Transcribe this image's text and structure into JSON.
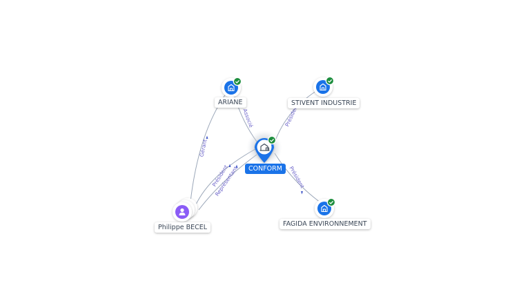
{
  "diagram": {
    "center": {
      "label": "CONFORM",
      "icon": "building-icon",
      "status": "verified"
    },
    "companies": [
      {
        "id": "ariane",
        "label": "ARIANE",
        "icon": "building-icon",
        "status": "verified"
      },
      {
        "id": "stivent",
        "label": "STIVENT INDUSTRIE",
        "icon": "building-icon",
        "status": "verified"
      },
      {
        "id": "fagida",
        "label": "FAGIDA ENVIRONNEMENT",
        "icon": "building-icon",
        "status": "verified"
      }
    ],
    "person": {
      "label": "Philippe BECEL",
      "icon": "person-icon"
    },
    "relations": [
      {
        "id": "ariane-conform",
        "label": "Associé"
      },
      {
        "id": "stivent-conform",
        "label": "Président"
      },
      {
        "id": "conform-fagida",
        "label": "Président"
      },
      {
        "id": "person-ariane",
        "label": "Gérant"
      },
      {
        "id": "person-conform-1",
        "label": "Président"
      },
      {
        "id": "person-conform-2",
        "label": "Représentant"
      }
    ],
    "colors": {
      "company_node": "#1a73e8",
      "person_node": "#8b5cf6",
      "verified_badge": "#1e8e3e",
      "edge": "#9aa6b8",
      "edge_label": "#6b63c9"
    }
  }
}
